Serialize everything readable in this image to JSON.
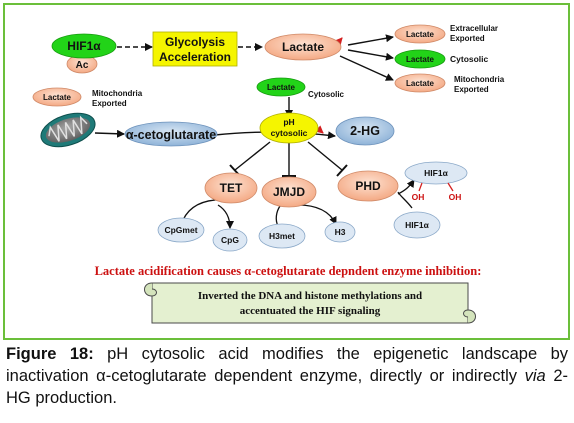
{
  "nodes": {
    "hif1a": "HIF1α",
    "ac": "Ac",
    "glycolysis_line1": "Glycolysis",
    "glycolysis_line2": "Acceleration",
    "lactate_main": "Lactate",
    "lactate_extra": "Lactate",
    "extra_label_line1": "Extracellular",
    "extra_label_line2": "Exported",
    "lactate_cyto_right": "Lactate",
    "cyto_right_label": "Cytosolic",
    "lactate_mito_right": "Lactate",
    "mito_right_label_line1": "Mitochondria",
    "mito_right_label_line2": "Exported",
    "lactate_center": "Lactate",
    "center_label": "Cytosolic",
    "lactate_left": "Lactate",
    "left_label_line1": "Mitochondria",
    "left_label_line2": "Exported",
    "akg": "α-cetoglutarate",
    "ph_line1": "pH",
    "ph_line2": "cytosolic",
    "hg2": "2-HG",
    "tet": "TET",
    "jmjd": "JMJD",
    "phd": "PHD",
    "hif_oh": "HIF1α",
    "oh1": "OH",
    "oh2": "OH",
    "hif_bottom": "HIF1α",
    "cpgmet": "CpGmet",
    "cpg": "CpG",
    "h3met": "H3met",
    "h3": "H3"
  },
  "statement": "Lactate acidification causes α-cetoglutarate depndent enzyme inhibition:",
  "scroll_line1": "Inverted the DNA and histone methylations and",
  "scroll_line2": "accentuated the HIF signaling",
  "caption": {
    "label": "Figure 18:",
    "text_before": " pH cytosolic acid modifies the epigenetic landscape by inactivation α-cetoglutarate dependent enzyme, directly or indirectly ",
    "via": "via",
    "text_after": " 2-HG production."
  },
  "colors": {
    "green": "#22d318",
    "yellow": "#f5f500",
    "salmon": "#f9c5a8",
    "blue": "#aac8e4",
    "pale_blue": "#dde8f4",
    "border": "#6bbf3a",
    "red_text": "#cc1111",
    "scroll": "#e4f0d0"
  }
}
